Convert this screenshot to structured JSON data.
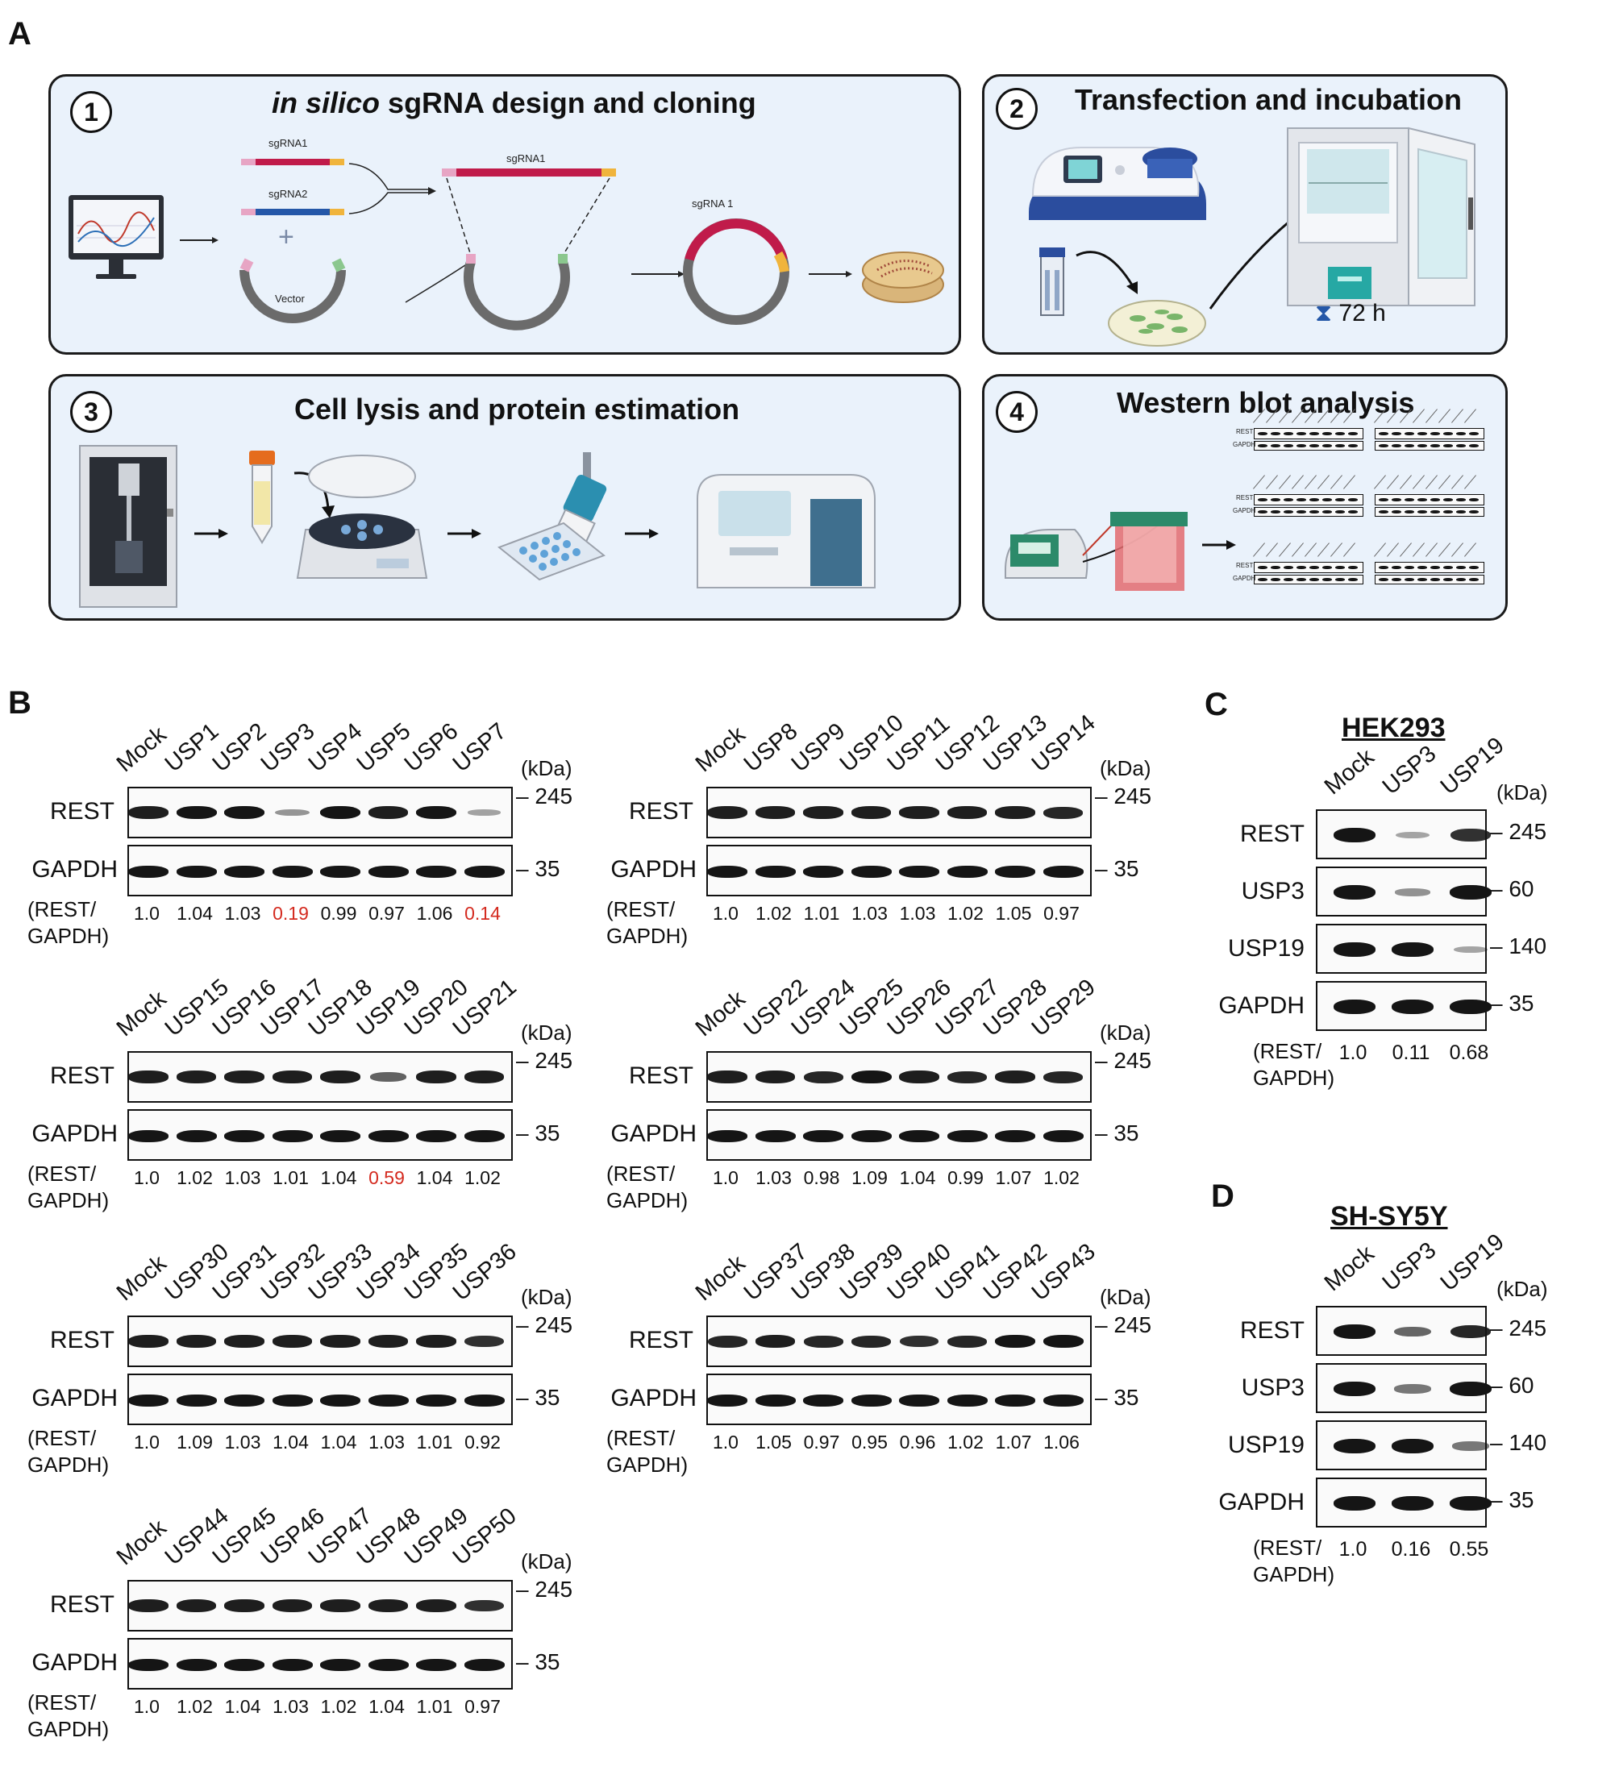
{
  "panels": {
    "A": {
      "letter": "A",
      "steps": [
        {
          "num": "1",
          "title_italic": "in silico",
          "title_rest": " sgRNA design and cloning"
        },
        {
          "num": "2",
          "title": "Transfection and incubation",
          "time": "72 h"
        },
        {
          "num": "3",
          "title": "Cell lysis and protein estimation"
        },
        {
          "num": "4",
          "title": "Western blot analysis"
        }
      ],
      "cloning_labels": {
        "sgrna1": "sgRNA1",
        "sgrna2": "sgRNA2",
        "plus": "+",
        "vector": "Vector",
        "sgrna1_top": "sgRNA1",
        "sgrna1_circle": "sgRNA 1"
      },
      "mini_blot_rows": {
        "rest": "REST",
        "gapdh": "GAPDH"
      }
    },
    "B": {
      "letter": "B",
      "kda": "(kDa)",
      "mw_rest": "245",
      "mw_gapdh": "35",
      "row_rest": "REST",
      "row_gapdh": "GAPDH",
      "ratio_head_1": "(REST/",
      "ratio_head_2": "GAPDH)",
      "blots": [
        {
          "lanes": [
            "Mock",
            "USP1",
            "USP2",
            "USP3",
            "USP4",
            "USP5",
            "USP6",
            "USP7"
          ],
          "rest_levels": [
            0.95,
            1.0,
            1.0,
            0.25,
            1.0,
            0.95,
            1.0,
            0.18
          ],
          "ratios": [
            {
              "v": "1.0",
              "c": "#111111"
            },
            {
              "v": "1.04",
              "c": "#111111"
            },
            {
              "v": "1.03",
              "c": "#111111"
            },
            {
              "v": "0.19",
              "c": "#d42a1f"
            },
            {
              "v": "0.99",
              "c": "#111111"
            },
            {
              "v": "0.97",
              "c": "#111111"
            },
            {
              "v": "1.06",
              "c": "#111111"
            },
            {
              "v": "0.14",
              "c": "#d42a1f"
            }
          ]
        },
        {
          "lanes": [
            "Mock",
            "USP8",
            "USP9",
            "USP10",
            "USP11",
            "USP12",
            "USP13",
            "USP14"
          ],
          "rest_levels": [
            0.95,
            0.95,
            0.95,
            0.95,
            0.95,
            0.95,
            0.95,
            0.9
          ],
          "ratios": [
            {
              "v": "1.0",
              "c": "#111111"
            },
            {
              "v": "1.02",
              "c": "#111111"
            },
            {
              "v": "1.01",
              "c": "#111111"
            },
            {
              "v": "1.03",
              "c": "#111111"
            },
            {
              "v": "1.03",
              "c": "#111111"
            },
            {
              "v": "1.02",
              "c": "#111111"
            },
            {
              "v": "1.05",
              "c": "#111111"
            },
            {
              "v": "0.97",
              "c": "#111111"
            }
          ]
        },
        {
          "lanes": [
            "Mock",
            "USP15",
            "USP16",
            "USP17",
            "USP18",
            "USP19",
            "USP20",
            "USP21"
          ],
          "rest_levels": [
            0.95,
            0.95,
            0.95,
            0.95,
            0.95,
            0.55,
            0.95,
            0.95
          ],
          "ratios": [
            {
              "v": "1.0",
              "c": "#111111"
            },
            {
              "v": "1.02",
              "c": "#111111"
            },
            {
              "v": "1.03",
              "c": "#111111"
            },
            {
              "v": "1.01",
              "c": "#111111"
            },
            {
              "v": "1.04",
              "c": "#111111"
            },
            {
              "v": "0.59",
              "c": "#d42a1f"
            },
            {
              "v": "1.04",
              "c": "#111111"
            },
            {
              "v": "1.02",
              "c": "#111111"
            }
          ]
        },
        {
          "lanes": [
            "Mock",
            "USP22",
            "USP24",
            "USP25",
            "USP26",
            "USP27",
            "USP28",
            "USP29"
          ],
          "rest_levels": [
            0.95,
            0.95,
            0.9,
            1.0,
            0.95,
            0.9,
            0.95,
            0.9
          ],
          "ratios": [
            {
              "v": "1.0",
              "c": "#111111"
            },
            {
              "v": "1.03",
              "c": "#111111"
            },
            {
              "v": "0.98",
              "c": "#111111"
            },
            {
              "v": "1.09",
              "c": "#111111"
            },
            {
              "v": "1.04",
              "c": "#111111"
            },
            {
              "v": "0.99",
              "c": "#111111"
            },
            {
              "v": "1.07",
              "c": "#111111"
            },
            {
              "v": "1.02",
              "c": "#111111"
            }
          ]
        },
        {
          "lanes": [
            "Mock",
            "USP30",
            "USP31",
            "USP32",
            "USP33",
            "USP34",
            "USP35",
            "USP36"
          ],
          "rest_levels": [
            0.95,
            0.95,
            0.95,
            0.95,
            0.95,
            0.95,
            0.95,
            0.85
          ],
          "ratios": [
            {
              "v": "1.0",
              "c": "#111111"
            },
            {
              "v": "1.09",
              "c": "#111111"
            },
            {
              "v": "1.03",
              "c": "#111111"
            },
            {
              "v": "1.04",
              "c": "#111111"
            },
            {
              "v": "1.04",
              "c": "#111111"
            },
            {
              "v": "1.03",
              "c": "#111111"
            },
            {
              "v": "1.01",
              "c": "#111111"
            },
            {
              "v": "0.92",
              "c": "#111111"
            }
          ]
        },
        {
          "lanes": [
            "Mock",
            "USP37",
            "USP38",
            "USP39",
            "USP40",
            "USP41",
            "USP42",
            "USP43"
          ],
          "rest_levels": [
            0.9,
            0.95,
            0.9,
            0.9,
            0.85,
            0.9,
            1.0,
            1.0
          ],
          "ratios": [
            {
              "v": "1.0",
              "c": "#111111"
            },
            {
              "v": "1.05",
              "c": "#111111"
            },
            {
              "v": "0.97",
              "c": "#111111"
            },
            {
              "v": "0.95",
              "c": "#111111"
            },
            {
              "v": "0.96",
              "c": "#111111"
            },
            {
              "v": "1.02",
              "c": "#111111"
            },
            {
              "v": "1.07",
              "c": "#111111"
            },
            {
              "v": "1.06",
              "c": "#111111"
            }
          ]
        },
        {
          "lanes": [
            "Mock",
            "USP44",
            "USP45",
            "USP46",
            "USP47",
            "USP48",
            "USP49",
            "USP50"
          ],
          "rest_levels": [
            0.95,
            0.95,
            0.95,
            0.95,
            0.95,
            0.95,
            0.95,
            0.85
          ],
          "ratios": [
            {
              "v": "1.0",
              "c": "#111111"
            },
            {
              "v": "1.02",
              "c": "#111111"
            },
            {
              "v": "1.04",
              "c": "#111111"
            },
            {
              "v": "1.03",
              "c": "#111111"
            },
            {
              "v": "1.02",
              "c": "#111111"
            },
            {
              "v": "1.04",
              "c": "#111111"
            },
            {
              "v": "1.01",
              "c": "#111111"
            },
            {
              "v": "0.97",
              "c": "#111111"
            }
          ]
        }
      ]
    },
    "C": {
      "letter": "C",
      "cell_line": "HEK293",
      "lanes": [
        "Mock",
        "USP3",
        "USP19"
      ],
      "kda": "(kDa)",
      "rows": [
        {
          "label": "REST",
          "mw": "245",
          "levels": [
            1.0,
            0.2,
            0.85
          ]
        },
        {
          "label": "USP3",
          "mw": "60",
          "levels": [
            1.0,
            0.3,
            1.0
          ]
        },
        {
          "label": "USP19",
          "mw": "140",
          "levels": [
            1.0,
            1.0,
            0.2
          ]
        },
        {
          "label": "GAPDH",
          "mw": "35",
          "levels": [
            1.0,
            1.0,
            1.0
          ]
        }
      ],
      "ratio_head_1": "(REST/",
      "ratio_head_2": "GAPDH)",
      "ratios": [
        "1.0",
        "0.11",
        "0.68"
      ]
    },
    "D": {
      "letter": "D",
      "cell_line": "SH-SY5Y",
      "lanes": [
        "Mock",
        "USP3",
        "USP19"
      ],
      "kda": "(kDa)",
      "rows": [
        {
          "label": "REST",
          "mw": "245",
          "levels": [
            1.0,
            0.55,
            0.9
          ]
        },
        {
          "label": "USP3",
          "mw": "60",
          "levels": [
            1.0,
            0.45,
            1.0
          ]
        },
        {
          "label": "USP19",
          "mw": "140",
          "levels": [
            1.0,
            1.0,
            0.45
          ]
        },
        {
          "label": "GAPDH",
          "mw": "35",
          "levels": [
            1.0,
            1.0,
            1.0
          ]
        }
      ],
      "ratio_head_1": "(REST/",
      "ratio_head_2": "GAPDH)",
      "ratios": [
        "1.0",
        "0.16",
        "0.55"
      ]
    }
  }
}
